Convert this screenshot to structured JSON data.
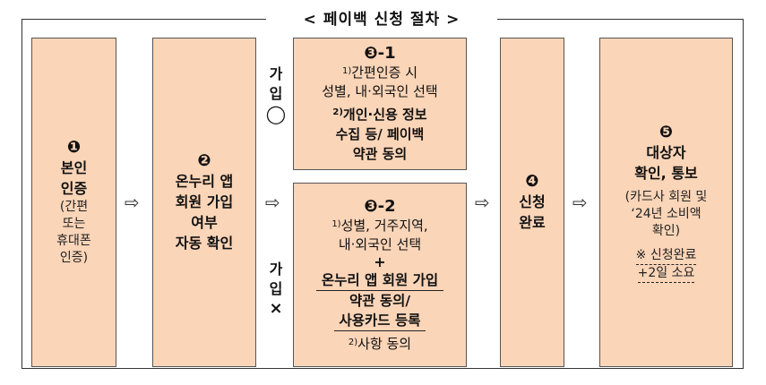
{
  "title": "< 페이백 신청 절차 >",
  "step1": {
    "num": "❶",
    "line1": "본인",
    "line2": "인증",
    "sub1": "(간편",
    "sub2": "또는",
    "sub3": "휴대폰",
    "sub4": "인증)"
  },
  "step2": {
    "num": "❷",
    "line1": "온누리 앱",
    "line2": "회원 가입",
    "line3": "여부",
    "line4": "자동 확인"
  },
  "branch_join": {
    "c1": "가",
    "c2": "입",
    "c3": "◯"
  },
  "branch_nojoin": {
    "c1": "가",
    "c2": "입",
    "c3": "×"
  },
  "step3_1": {
    "num": "❸-1",
    "sup1": "1)",
    "text1a": "간편인증 시",
    "text1b": "성별, 내·외국인 선택",
    "sup2": "2)",
    "text2a": "개인·신용 정보",
    "text2b": "수집 등/ 페이백",
    "text2c": "약관 동의"
  },
  "step3_2": {
    "num": "❸-2",
    "sup1": "1)",
    "text1a": "성별, 거주지역,",
    "text1b": "내·외국인 선택",
    "plus": "+",
    "bold1": "온누리 앱 회원 가입",
    "bold2": "약관 동의/",
    "bold3": "사용카드 등록",
    "sup2": "2)",
    "text2": "사항 동의"
  },
  "step4": {
    "num": "❹",
    "line1": "신청",
    "line2": "완료"
  },
  "step5": {
    "num": "❺",
    "line1": "대상자",
    "line2": "확인, 통보",
    "sub1": "(카드사 회원 및",
    "sub2": "‘24년 소비액",
    "sub3": "확인)",
    "note1": "※ 신청완료",
    "note2": "+2일 소요"
  },
  "arrow_glyph": "⇨"
}
